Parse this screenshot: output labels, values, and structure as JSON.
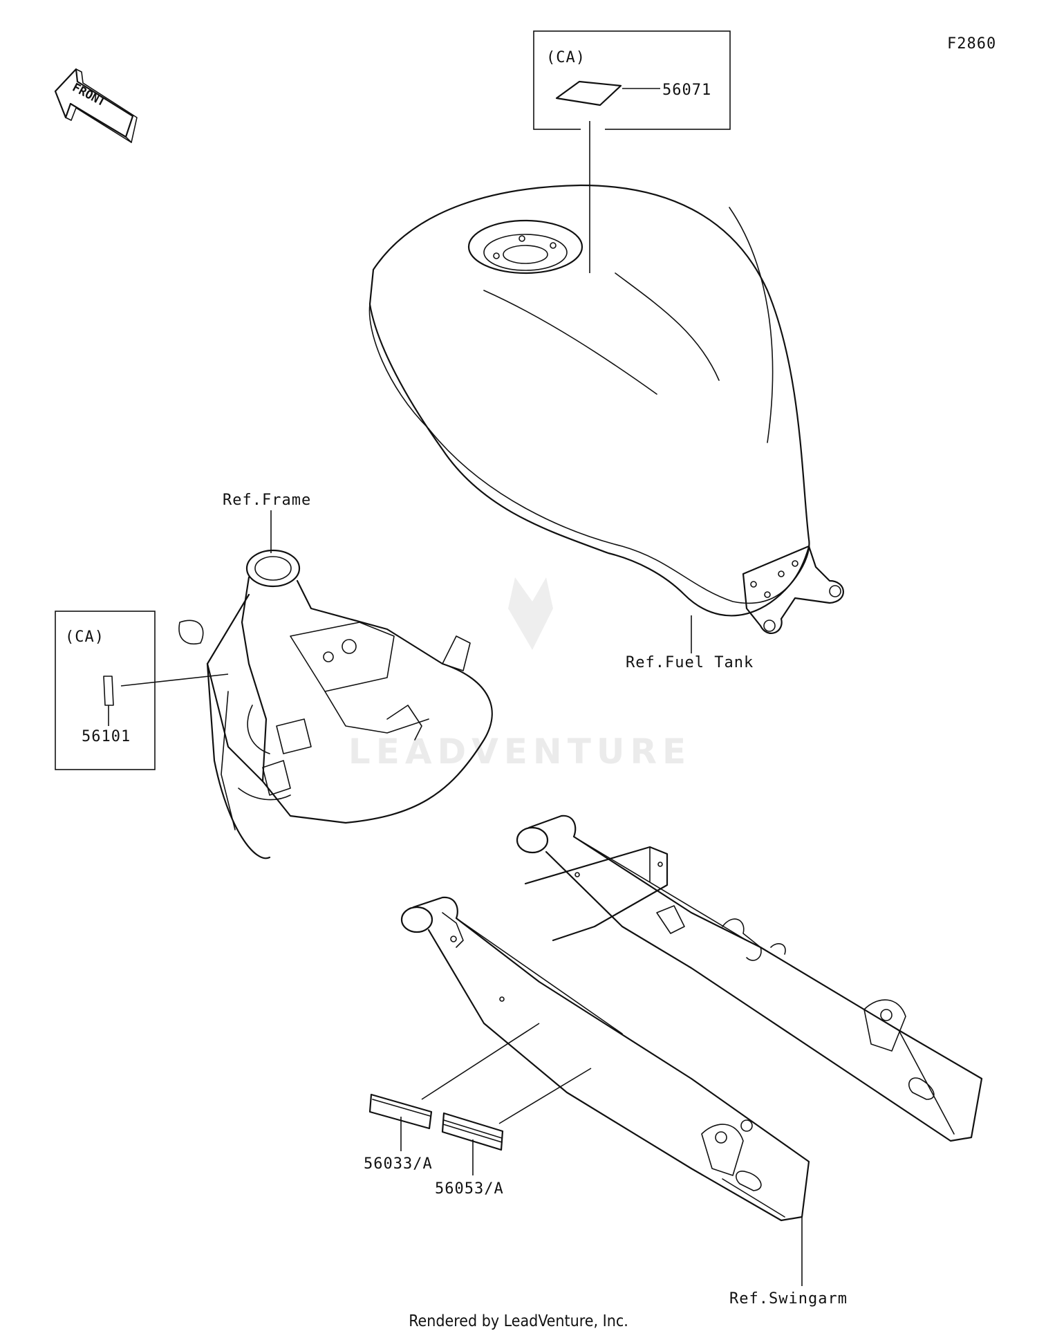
{
  "diagram": {
    "figure_code": "F2860",
    "front_arrow_text": "FRONT",
    "watermark": "LEADVENTURE",
    "footer": "Rendered by LeadVenture, Inc.",
    "ca_box_top": {
      "title": "(CA)",
      "part": "56071"
    },
    "ca_box_left": {
      "title": "(CA)",
      "part": "56101"
    },
    "ref_labels": {
      "frame": "Ref.Frame",
      "fuel_tank": "Ref.Fuel Tank",
      "swingarm": "Ref.Swingarm"
    },
    "parts": {
      "label_a": "56033/A",
      "label_b": "56053/A"
    }
  }
}
